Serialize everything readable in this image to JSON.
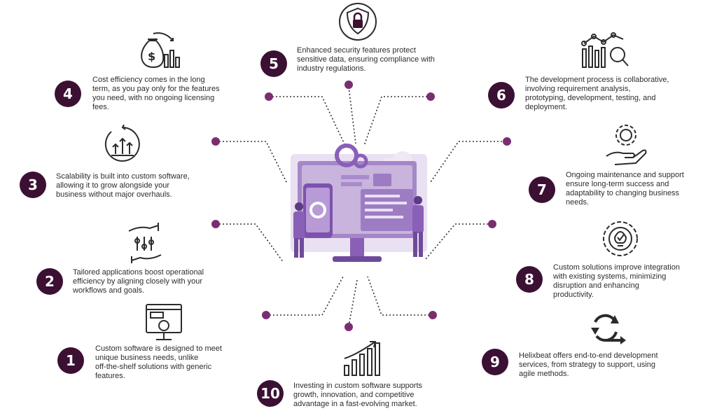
{
  "colors": {
    "badge": "#3b1033",
    "accent": "#7a2e72",
    "illustration_light": "#c8b4dc",
    "illustration_main": "#8a5fb8"
  },
  "items": [
    {
      "number": "1",
      "icon": "monitor-code-gear-icon",
      "text": [
        "Custom software is designed to meet",
        "unique business needs, unlike",
        "off-the-shelf solutions with generic",
        "features."
      ]
    },
    {
      "number": "2",
      "icon": "hands-sliders-icon",
      "text": [
        "Tailored applications boost operational",
        "efficiency by aligning closely with your",
        "workflows and goals."
      ]
    },
    {
      "number": "3",
      "icon": "scalability-arrows-icon",
      "text": [
        "Scalability is built into custom software,",
        "allowing it to grow alongside your",
        "business without major overhauls."
      ]
    },
    {
      "number": "4",
      "icon": "money-bag-chart-icon",
      "text": [
        "Cost efficiency comes in the long",
        "term, as you pay only for the features",
        "you need, with no ongoing licensing",
        "fees."
      ]
    },
    {
      "number": "5",
      "icon": "shield-lock-icon",
      "text": [
        "Enhanced security features protect",
        "sensitive data, ensuring compliance with",
        "industry regulations."
      ]
    },
    {
      "number": "6",
      "icon": "chart-magnifier-icon",
      "text": [
        "The development process is collaborative,",
        "involving requirement analysis,",
        "prototyping, development, testing, and",
        "deployment."
      ]
    },
    {
      "number": "7",
      "icon": "hand-gear-icon",
      "text": [
        "Ongoing maintenance and support",
        "ensure long-term success and",
        "adaptability to changing business",
        "needs."
      ]
    },
    {
      "number": "8",
      "icon": "gear-check-icon",
      "text": [
        "Custom solutions improve integration",
        "with existing systems, minimizing",
        "disruption and enhancing",
        "productivity."
      ]
    },
    {
      "number": "9",
      "icon": "cycle-arrows-icon",
      "text": [
        "Helixbeat offers end-to-end development",
        "services, from strategy to support, using",
        "agile methods."
      ]
    },
    {
      "number": "10",
      "icon": "growth-bars-icon",
      "text": [
        "Investing in custom software supports",
        "growth, innovation, and competitive",
        "advantage in a fast-evolving market."
      ]
    }
  ]
}
